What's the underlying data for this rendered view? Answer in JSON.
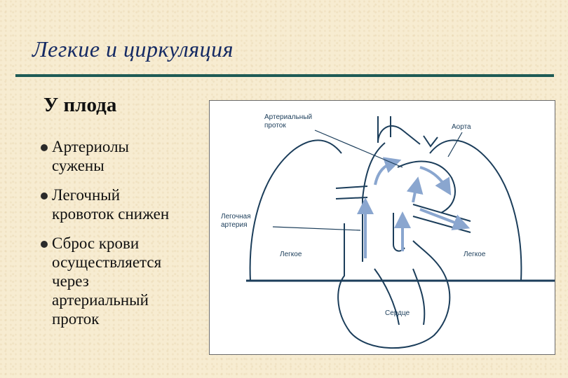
{
  "title": "Легкие и циркуляция",
  "subtitle": "У плода",
  "bullets": [
    {
      "line1": "Артериолы",
      "line2": "сужены"
    },
    {
      "line1": "Легочный",
      "line2": "кровоток снижен"
    },
    {
      "line1": "Сброс крови",
      "line2": "осуществляется",
      "line3": "через",
      "line4": "артериальный",
      "line5": "проток"
    }
  ],
  "diagram": {
    "label_ductus_1": "Артериальный",
    "label_ductus_2": "проток",
    "label_aorta": "Аорта",
    "label_pa_1": "Легочная",
    "label_pa_2": "артерия",
    "label_lung_left": "Легкое",
    "label_lung_right": "Легкое",
    "label_heart": "Сердце"
  },
  "colors": {
    "title": "#152a63",
    "rule": "#1e5b55",
    "diagram_line": "#1b3d5a",
    "arrow": "#8aa6cf"
  }
}
